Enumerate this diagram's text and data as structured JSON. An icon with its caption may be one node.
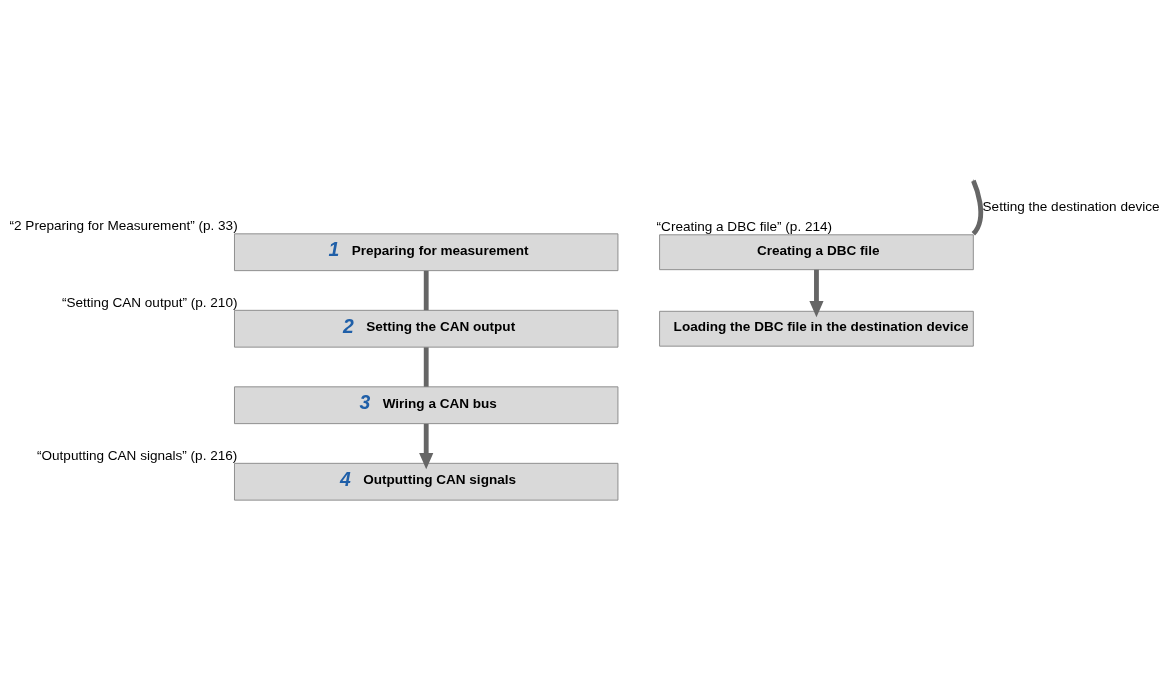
{
  "diagram": {
    "nodes": [
      {
        "text": [
          "1",
          "Preparing for measurement"
        ],
        "beside": [
          "“2 Preparing for Measurement” (p. 33)"
        ]
      },
      {
        "text": [
          "2",
          "Setting the CAN output"
        ],
        "beside": [
          "“Setting CAN output” (p. 210)"
        ]
      },
      {
        "text": [
          "Creating a DBC file"
        ],
        "beside": [
          "“Creating a DBC file” (p. 214)"
        ]
      },
      {
        "text": [
          "Loading the DBC file in the destination device"
        ]
      },
      {
        "text": [
          "3",
          "Wiring a CAN bus"
        ]
      },
      {
        "text": [
          "4",
          "Outputting CAN signals"
        ],
        "beside": [
          "“Outputting CAN signals” (p. 216)"
        ]
      }
    ],
    "edges": [
      {
        "from": 0,
        "to": 1,
        "arrow": "none"
      },
      {
        "from": 1,
        "to": 4,
        "arrow": "none"
      },
      {
        "from": 4,
        "to": 5,
        "arrow": "to"
      },
      {
        "from": null,
        "to": 2,
        "arrow": "none",
        "label": "Setting the destination device"
      },
      {
        "from": 2,
        "to": 3,
        "arrow": "to"
      }
    ]
  }
}
